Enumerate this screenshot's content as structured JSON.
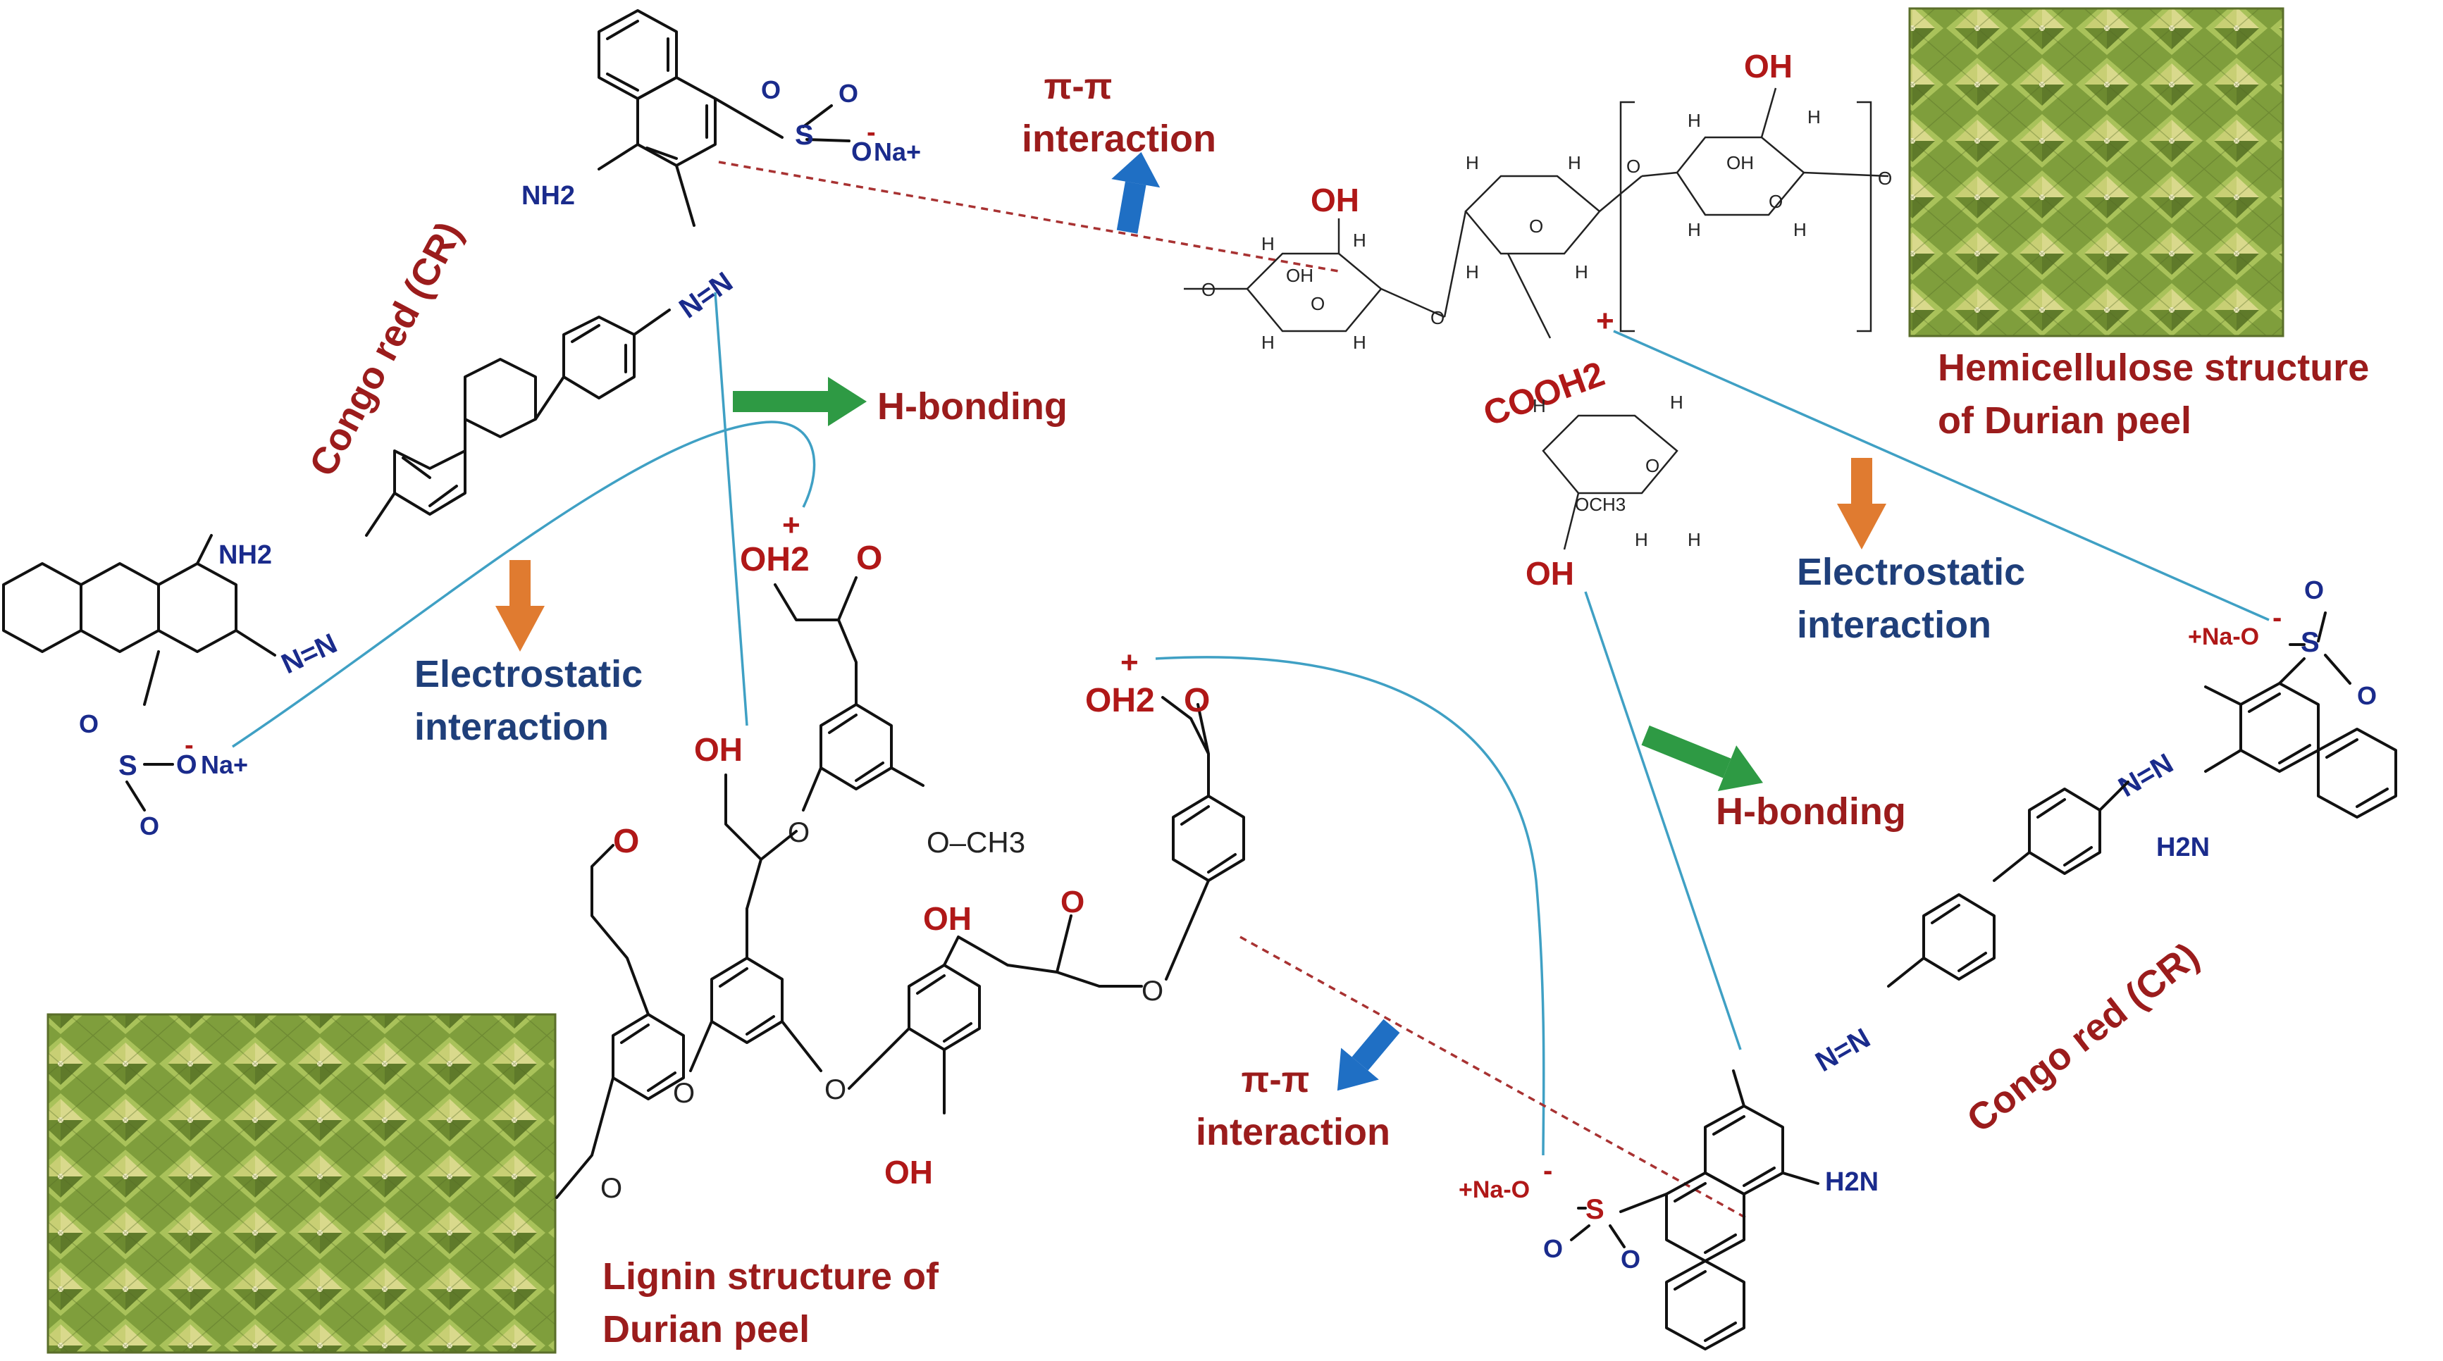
{
  "colors": {
    "label_red": "#9b1c1c",
    "label_navy": "#1f3f7a",
    "atom_navy": "#1a2b8c",
    "atom_red": "#b01818",
    "interaction_line": "#3fa0c4",
    "pi_dash": "#a83232",
    "arrow_green": "#2e9a44",
    "arrow_orange": "#e07b30",
    "arrow_blue": "#1f6fc4",
    "durian_green": "#8fae4a"
  },
  "labels": {
    "congo_red_top": "Congo red (CR)",
    "congo_red_bottom": "Congo red (CR)",
    "pi_pi_top_line1": "π-π",
    "pi_pi_top_line2": "interaction",
    "pi_pi_bottom_line1": "π-π",
    "pi_pi_bottom_line2": "interaction",
    "h_bonding_top": "H-bonding",
    "h_bonding_bottom": "H-bonding",
    "electrostatic_left_line1": "Electrostatic",
    "electrostatic_left_line2": "interaction",
    "electrostatic_right_line1": "Electrostatic",
    "electrostatic_right_line2": "interaction",
    "hemicellulose_line1": "Hemicellulose structure",
    "hemicellulose_line2": "of Durian peel",
    "lignin_line1": "Lignin structure of",
    "lignin_line2": "Durian peel"
  },
  "atoms": {
    "nh2": "NH2",
    "h2n": "H2N",
    "azo": "N=N",
    "sulfur": "S",
    "oxygen": "O",
    "o_minus": "O",
    "minus": "-",
    "na_plus": "Na+",
    "plus_na_o": "+Na-O",
    "oh": "OH",
    "oh2": "OH2",
    "plus": "+",
    "cooh2": "COOH2",
    "och3": "OCH3",
    "o_ch3": "O–CH3",
    "hydrogen": "H"
  },
  "icons": {
    "durian_top": "durian-peel-photo",
    "durian_bottom": "durian-peel-photo",
    "arrow_h_bond": "green-right-arrow",
    "arrow_electro": "orange-down-arrow",
    "arrow_pi": "blue-diagonal-arrow"
  }
}
